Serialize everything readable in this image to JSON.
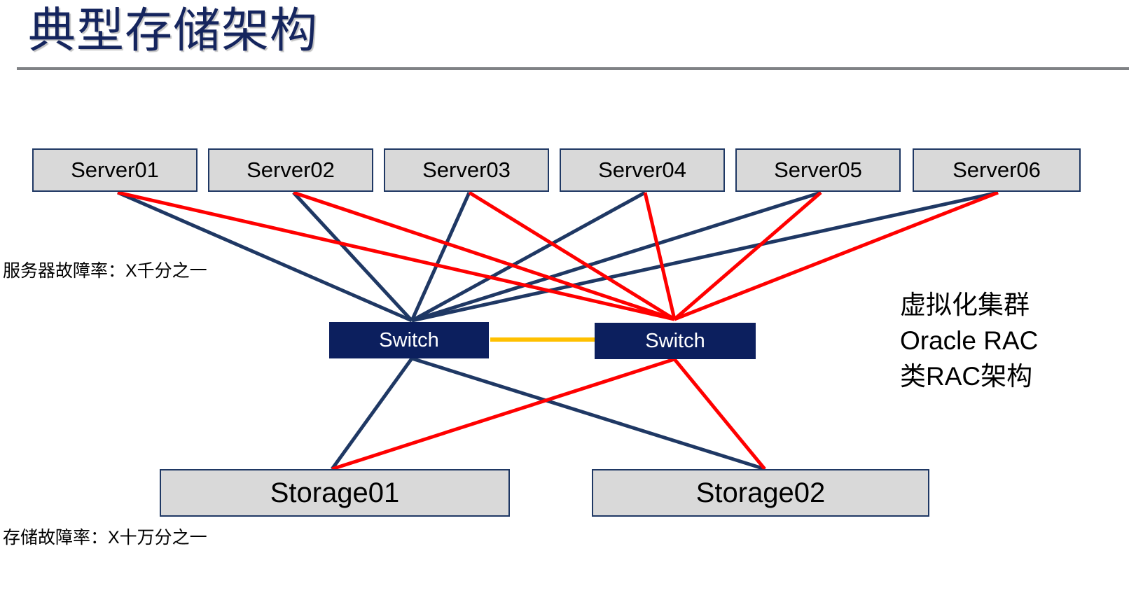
{
  "slide": {
    "title": "典型存储架构",
    "background_color": "#ffffff",
    "title_color": "#15255e",
    "rule_color": "#808285"
  },
  "palette": {
    "node_fill": "#d9d9d9",
    "node_border": "#1f3864",
    "switch_fill": "#0c1f5e",
    "switch_text": "#ffffff",
    "link_primary": "#1f3864",
    "link_secondary": "#ff0000",
    "interconnect": "#ffc000"
  },
  "diagram": {
    "servers": [
      {
        "label": "Server01"
      },
      {
        "label": "Server02"
      },
      {
        "label": "Server03"
      },
      {
        "label": "Server04"
      },
      {
        "label": "Server05"
      },
      {
        "label": "Server06"
      }
    ],
    "switches": [
      {
        "label": "Switch"
      },
      {
        "label": "Switch"
      }
    ],
    "storages": [
      {
        "label": "Storage01"
      },
      {
        "label": "Storage02"
      }
    ]
  },
  "annotations": {
    "server_failure_rate": "服务器故障率：X千分之一",
    "storage_failure_rate": "存储故障率：X十万分之一",
    "cluster_lines": [
      "虚拟化集群",
      "Oracle RAC",
      "类RAC架构"
    ]
  }
}
